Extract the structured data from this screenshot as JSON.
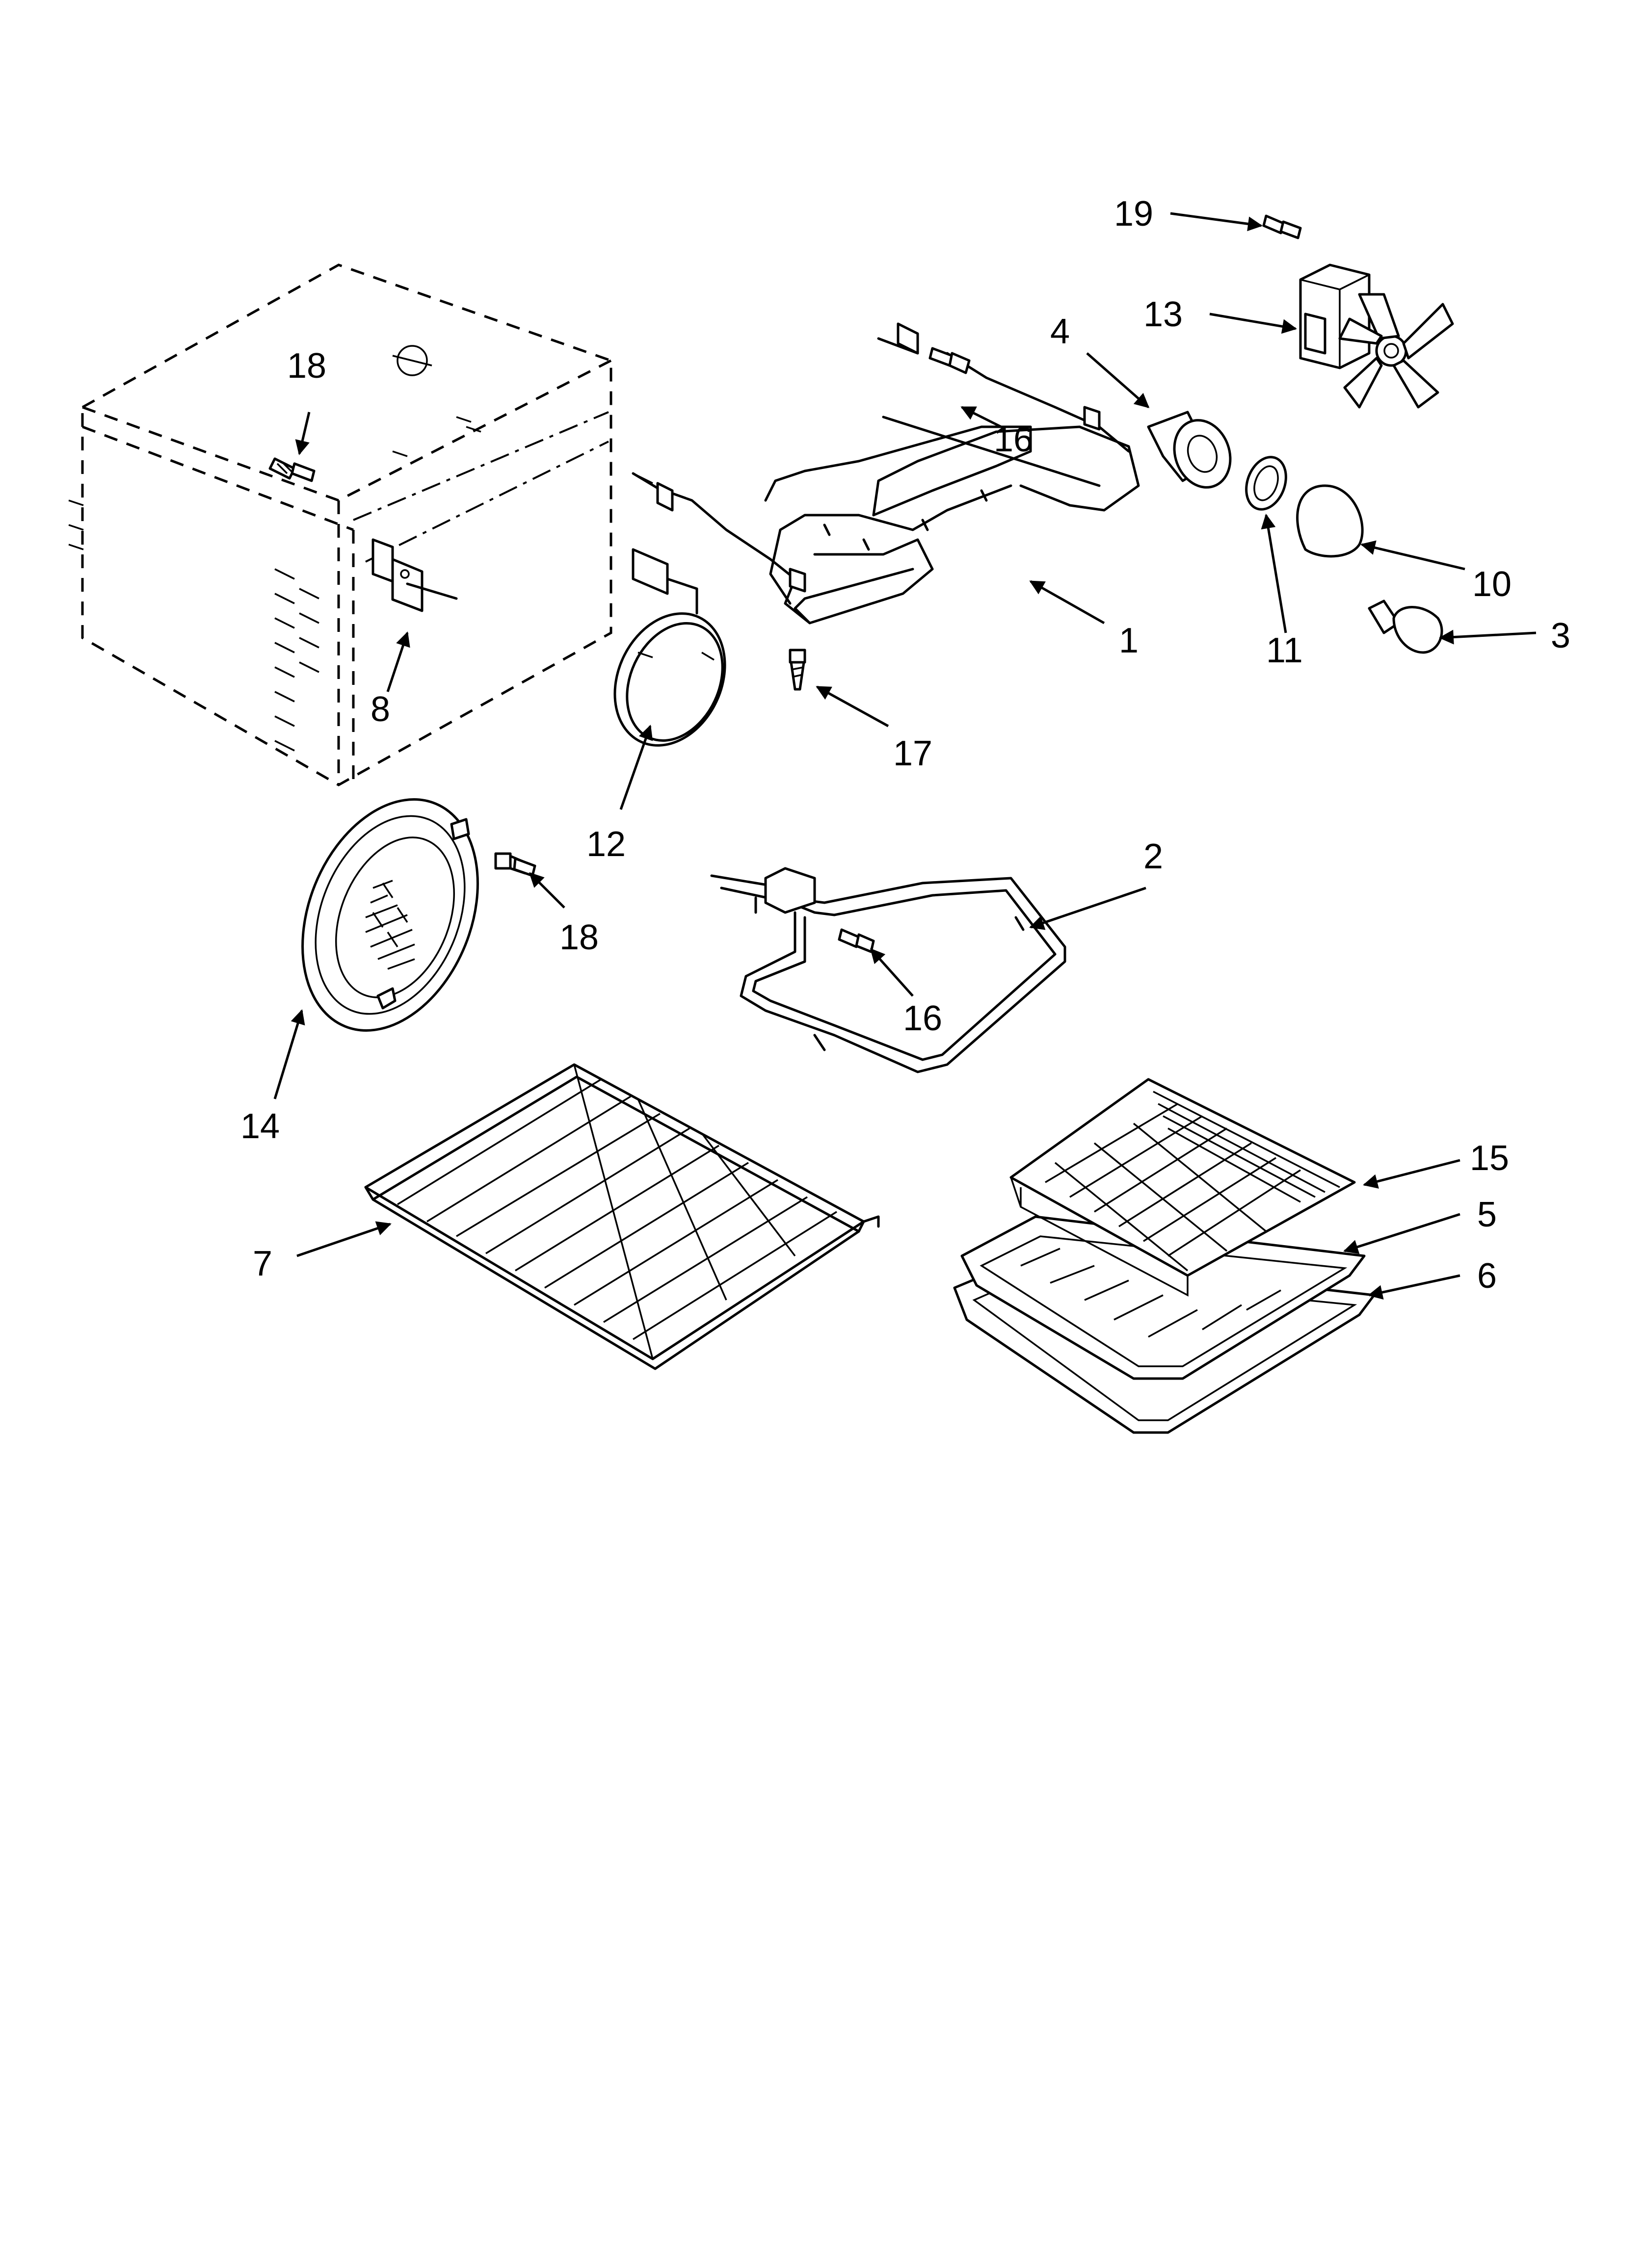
{
  "diagram": {
    "callouts": [
      {
        "id": "c1",
        "label": "1"
      },
      {
        "id": "c2",
        "label": "2"
      },
      {
        "id": "c3",
        "label": "3"
      },
      {
        "id": "c4",
        "label": "4"
      },
      {
        "id": "c5",
        "label": "5"
      },
      {
        "id": "c6",
        "label": "6"
      },
      {
        "id": "c7",
        "label": "7"
      },
      {
        "id": "c8",
        "label": "8"
      },
      {
        "id": "c10",
        "label": "10"
      },
      {
        "id": "c11",
        "label": "11"
      },
      {
        "id": "c12",
        "label": "12"
      },
      {
        "id": "c13",
        "label": "13"
      },
      {
        "id": "c14",
        "label": "14"
      },
      {
        "id": "c15",
        "label": "15"
      },
      {
        "id": "c16a",
        "label": "16"
      },
      {
        "id": "c16b",
        "label": "16"
      },
      {
        "id": "c17",
        "label": "17"
      },
      {
        "id": "c18a",
        "label": "18"
      },
      {
        "id": "c18b",
        "label": "18"
      },
      {
        "id": "c19",
        "label": "19"
      }
    ]
  }
}
